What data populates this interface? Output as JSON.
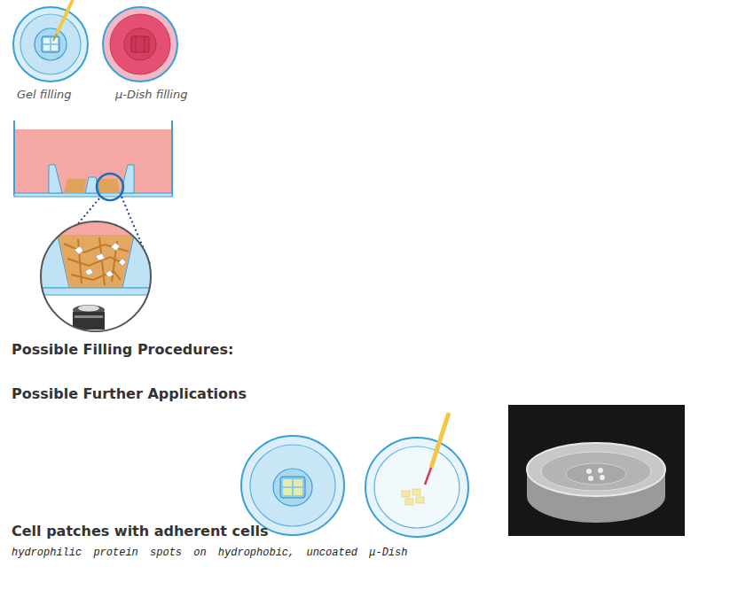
{
  "diagram": {
    "labels": [
      "Gel filling",
      "μ-Dish filling",
      "Possible Filling Procedures:",
      "Possible Further Applications",
      "Cell patches with adherent cells",
      "hydrophilic protein spots on hydrophobic, uncoated μ-Dish"
    ]
  }
}
